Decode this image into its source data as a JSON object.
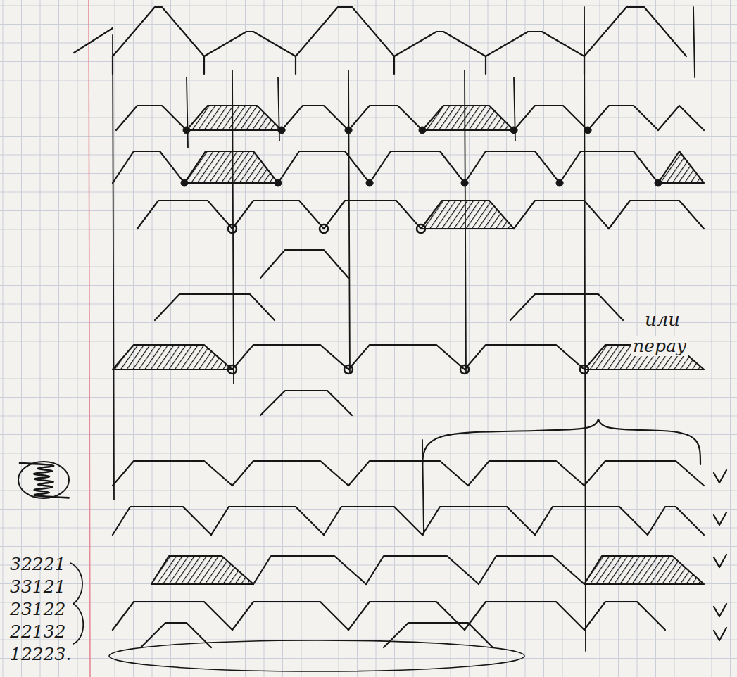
{
  "diagram": {
    "labels": [
      "или",
      "перау",
      "32221",
      "33121",
      "23122",
      "22132",
      "12223."
    ]
  }
}
